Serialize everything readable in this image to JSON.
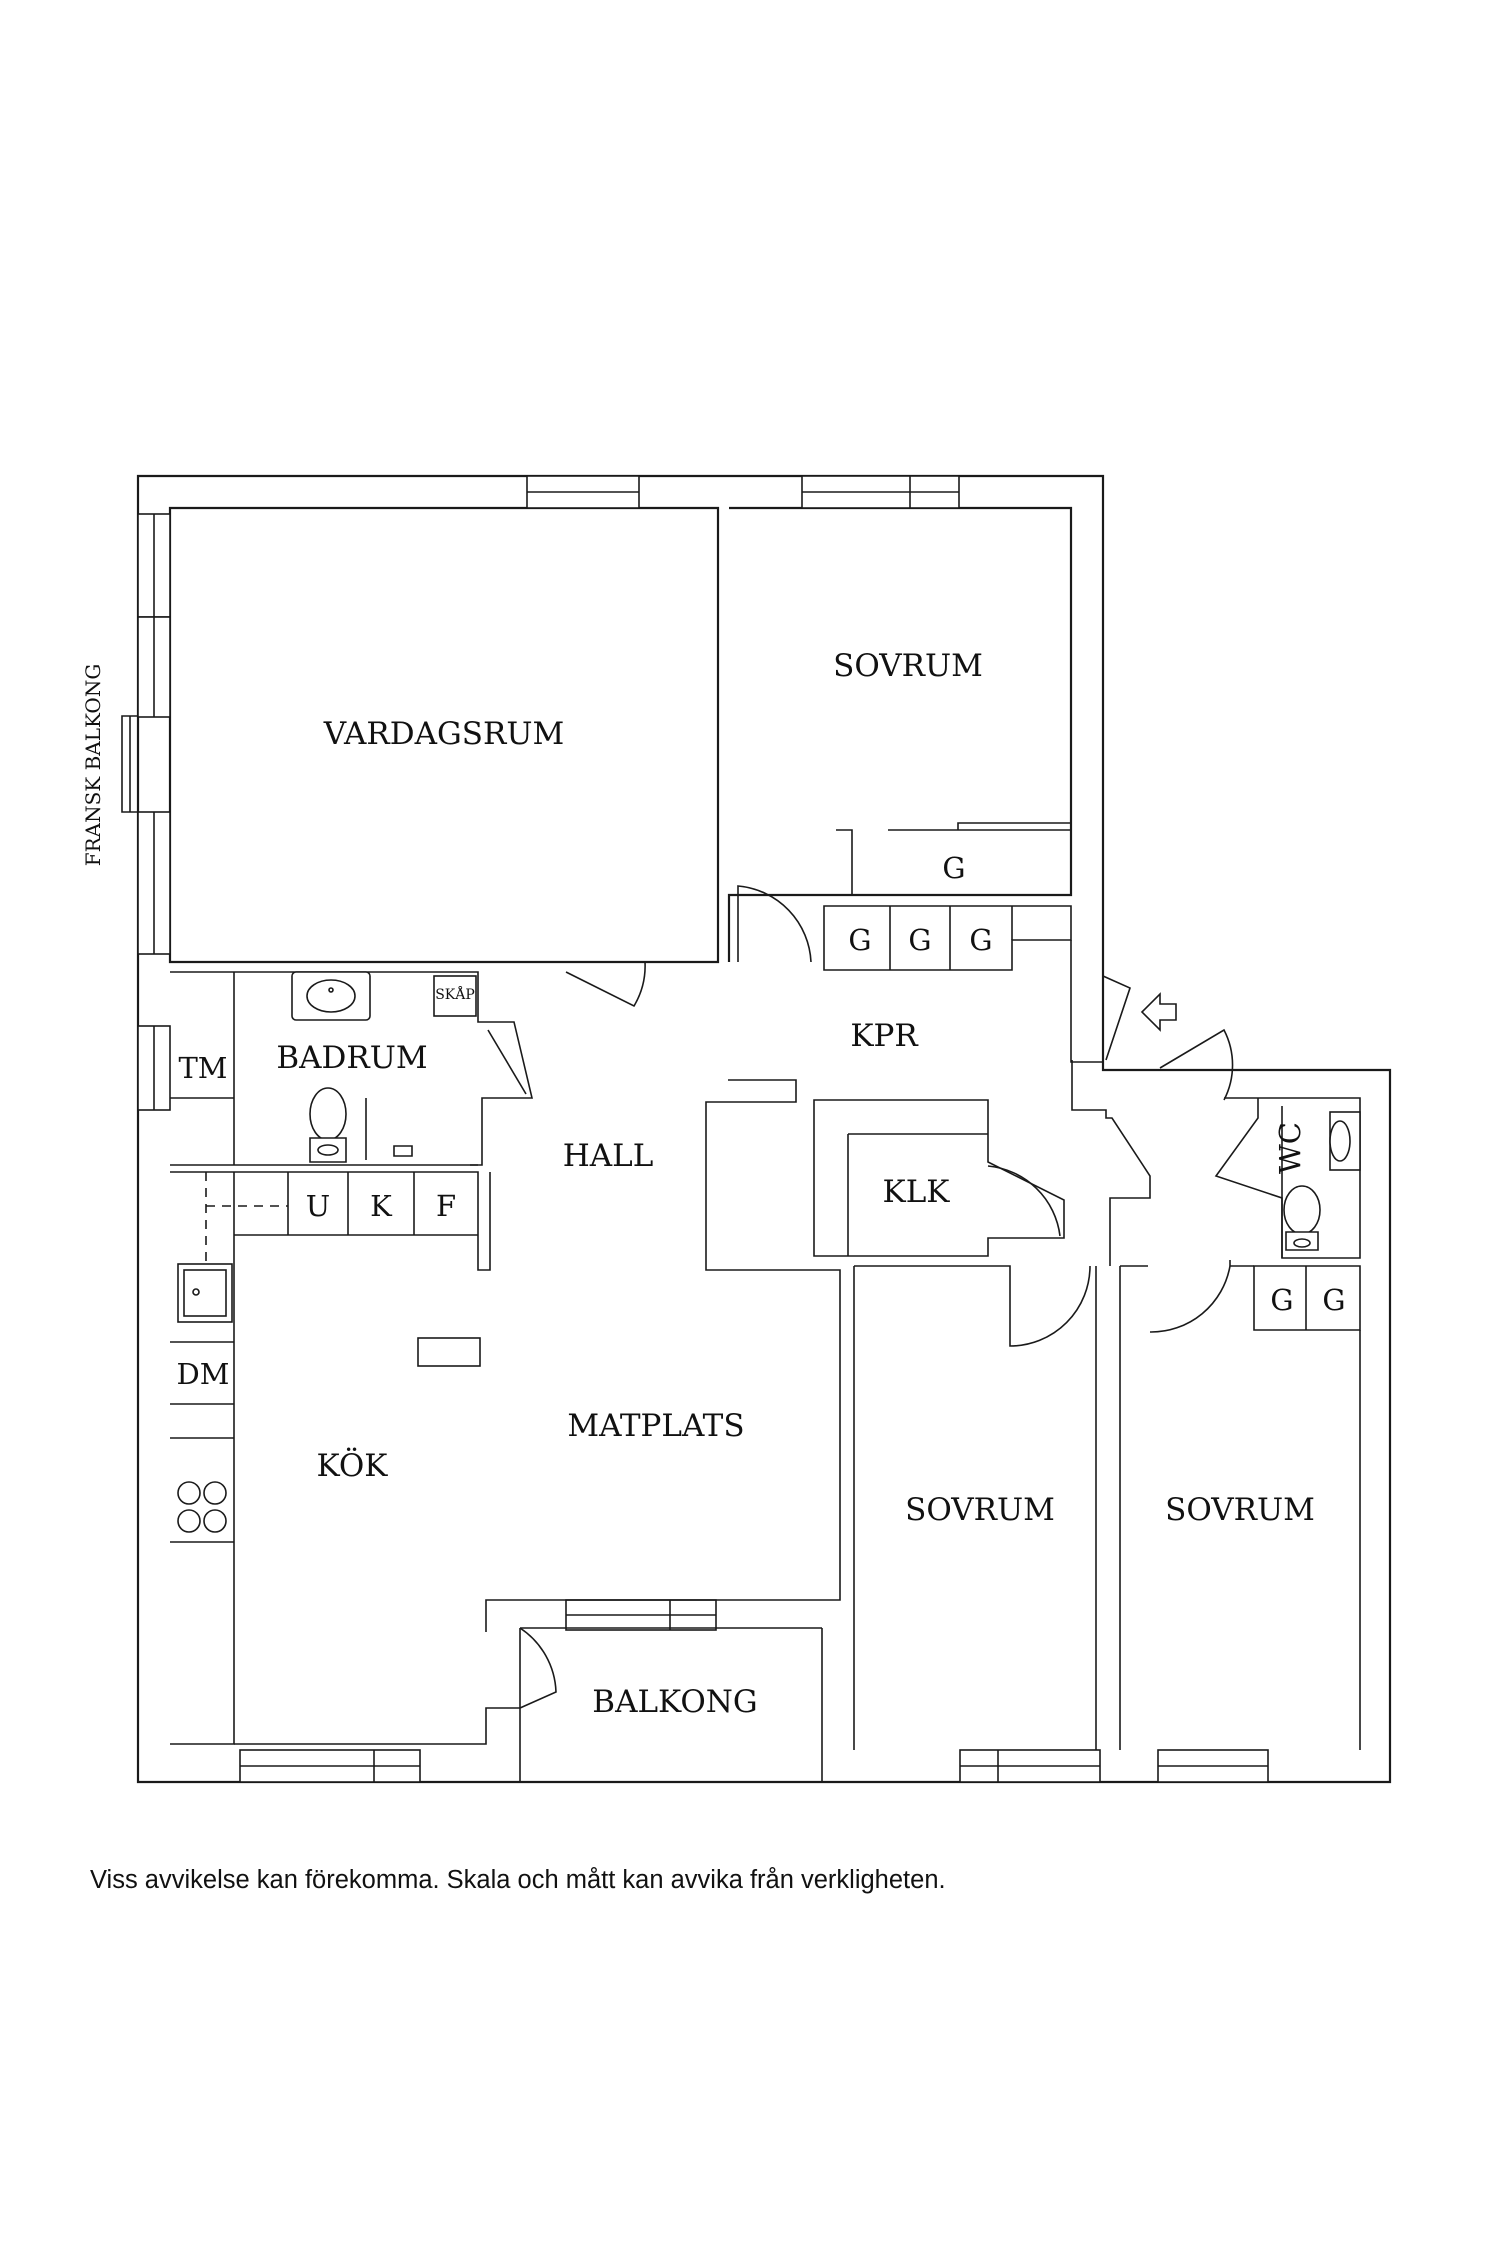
{
  "labels": {
    "vardagsrum": "VARDAGSRUM",
    "sovrum_top": "SOVRUM",
    "fransk_balkong": "FRANSK BALKONG",
    "badrum": "BADRUM",
    "skap": "SKÅP",
    "tm": "TM",
    "kpr": "KPR",
    "hall": "HALL",
    "klk": "KLK",
    "wc": "WC",
    "u": "U",
    "k": "K",
    "f": "F",
    "dm": "DM",
    "kok": "KÖK",
    "matplats": "MATPLATS",
    "sovrum_mid": "SOVRUM",
    "sovrum_right": "SOVRUM",
    "balkong": "BALKONG",
    "g_wardrobe_top": "G",
    "g1": "G",
    "g2": "G",
    "g3": "G",
    "g4": "G",
    "g5": "G"
  },
  "disclaimer": "Viss avvikelse kan förekomma. Skala och mått kan avvika från verkligheten.",
  "icons": {
    "entrance": "entrance-arrow-icon",
    "sink": "sink-icon",
    "toilet": "toilet-icon",
    "stove": "stove-icon"
  }
}
